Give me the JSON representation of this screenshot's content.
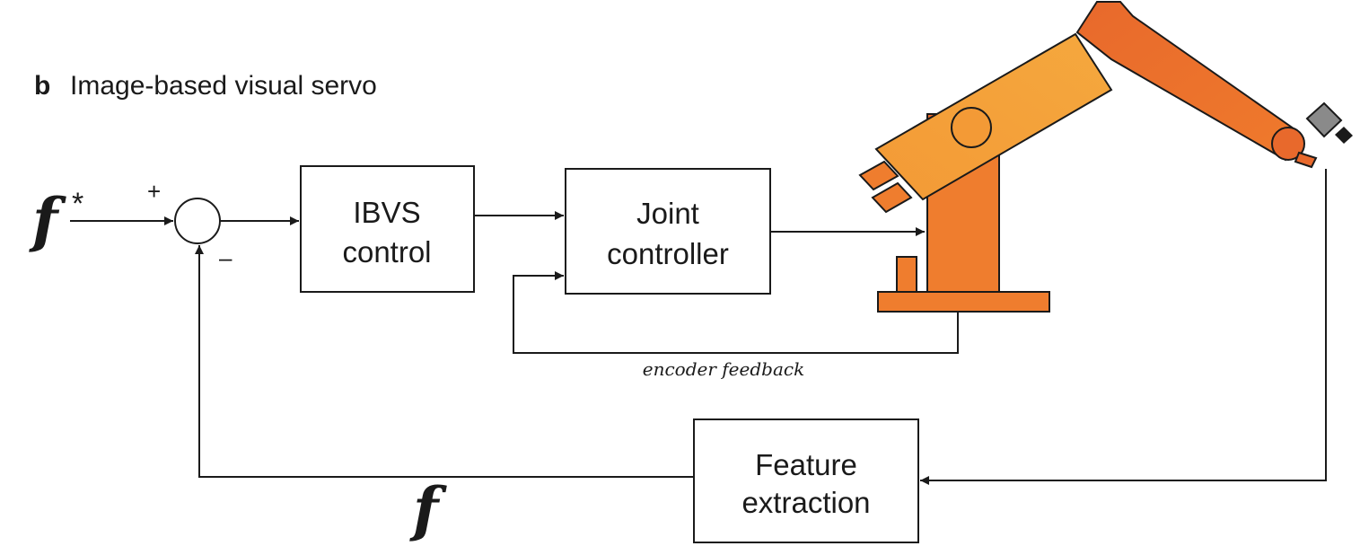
{
  "title": {
    "letter": "b",
    "text": "Image-based visual servo"
  },
  "signals": {
    "reference": "f",
    "reference_superscript": "*",
    "feedback": "f",
    "plus": "+",
    "minus": "–"
  },
  "blocks": {
    "ibvs": {
      "line1": "IBVS",
      "line2": "control"
    },
    "joint": {
      "line1": "Joint",
      "line2": "controller"
    },
    "feature": {
      "line1": "Feature",
      "line2": "extraction"
    }
  },
  "annotations": {
    "encoder": "encoder feedback"
  },
  "colors": {
    "line": "#1a1a1a",
    "robot_dark": "#e8692c",
    "robot_mid": "#ef7d2e",
    "robot_light": "#f5a03a",
    "camera": "#8a8a8a"
  }
}
